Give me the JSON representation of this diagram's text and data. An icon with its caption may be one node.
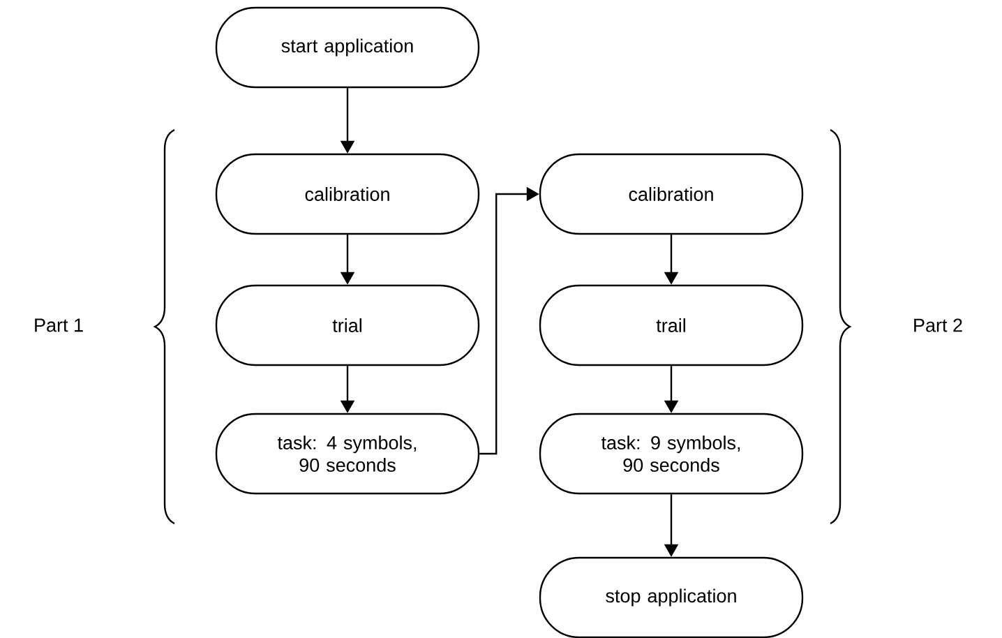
{
  "diagram": {
    "nodes": [
      {
        "text": [
          "start application"
        ]
      },
      {
        "text": [
          "calibration"
        ]
      },
      {
        "text": [
          "trial"
        ]
      },
      {
        "text": [
          "task: 4 symbols, 90 seconds"
        ]
      },
      {
        "text": [
          "calibration"
        ]
      },
      {
        "text": [
          "trail"
        ]
      },
      {
        "text": [
          "task: 9 symbols, 90 seconds"
        ]
      },
      {
        "text": [
          "stop application"
        ]
      }
    ],
    "edges": [
      {
        "from": 0,
        "to": 1,
        "arrow": "to"
      },
      {
        "from": 1,
        "to": 2,
        "arrow": "to"
      },
      {
        "from": 2,
        "to": 3,
        "arrow": "to"
      },
      {
        "from": 3,
        "to": 4,
        "arrow": "to"
      },
      {
        "from": 4,
        "to": 5,
        "arrow": "to"
      },
      {
        "from": 5,
        "to": 6,
        "arrow": "to"
      },
      {
        "from": 6,
        "to": 7,
        "arrow": "to"
      }
    ],
    "labels": [
      "Part 1",
      "Part 2"
    ]
  }
}
